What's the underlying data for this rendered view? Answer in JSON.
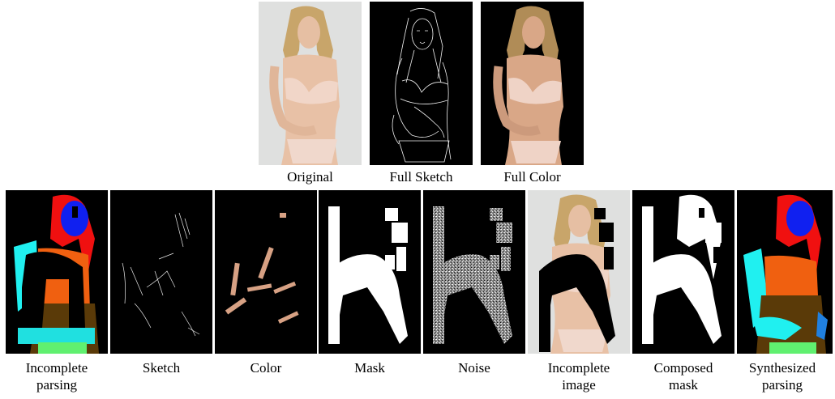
{
  "top_row": {
    "original_caption": "Original",
    "full_sketch_caption": "Full Sketch",
    "full_color_caption": "Full Color"
  },
  "bottom_row": {
    "incomplete_parsing_caption": "Incomplete\nparsing",
    "sketch_caption": "Sketch",
    "color_caption": "Color",
    "mask_caption": "Mask",
    "noise_caption": "Noise",
    "incomplete_image_caption": "Incomplete\nimage",
    "composed_mask_caption": "Composed\nmask",
    "synthesized_parsing_caption": "Synthesized\nparsing"
  }
}
